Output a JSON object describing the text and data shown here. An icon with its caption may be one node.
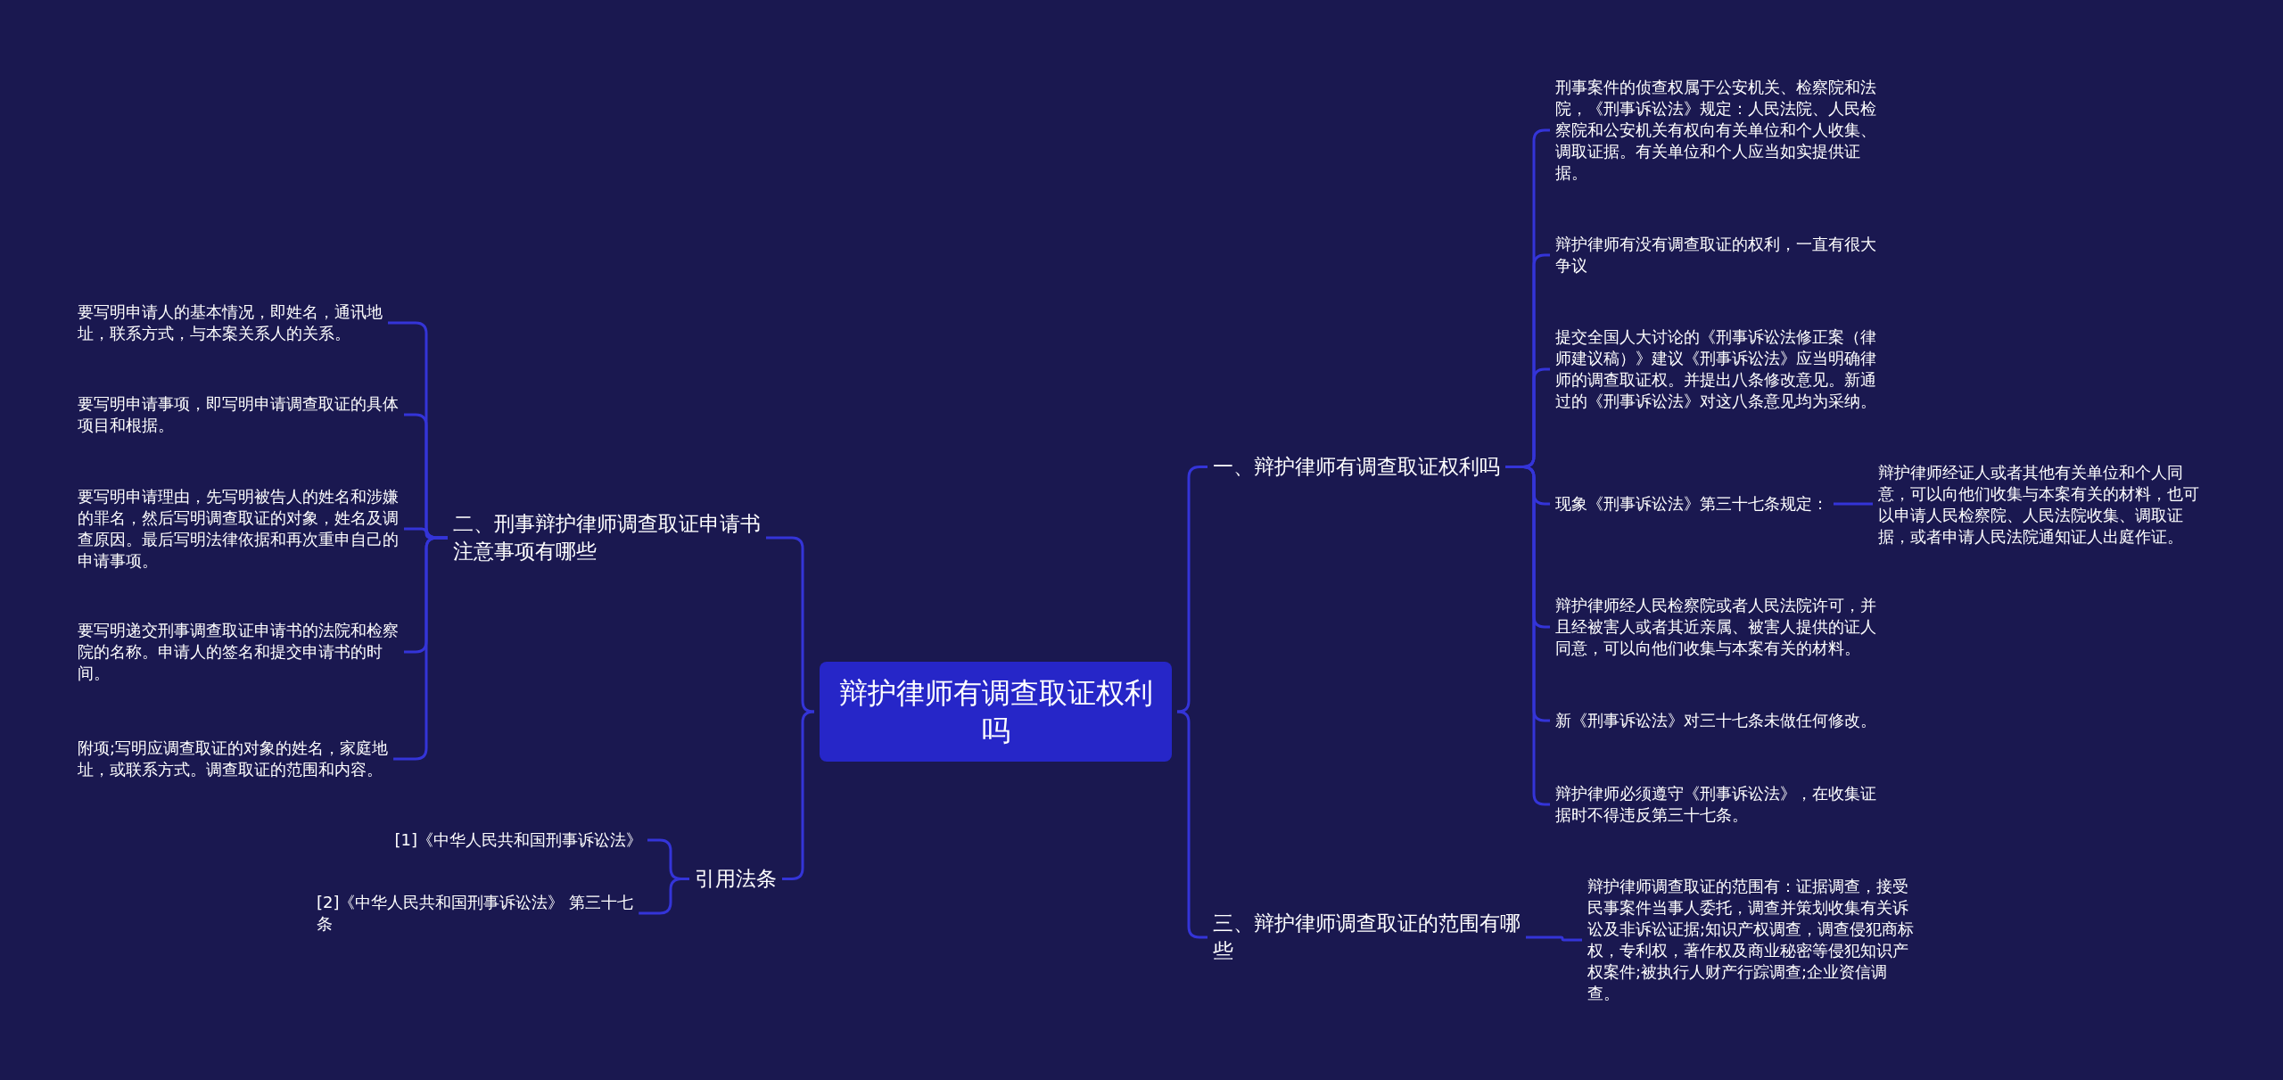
{
  "diagram": {
    "nodes": [
      {
        "text": [
          "辩护律师有调查取证权利吗"
        ]
      },
      {
        "text": [
          "一、辩护律师有调查取证权利吗"
        ]
      },
      {
        "text": [
          "刑事案件的侦查权属于公安机关、检察院和法院，《刑事诉讼法》规定：人民法院、人民检察院和公安机关有权向有关单位和个人收集、调取证据。有关单位和个人应当如实提供证据。"
        ]
      },
      {
        "text": [
          "辩护律师有没有调查取证的权利，一直有很大争议"
        ]
      },
      {
        "text": [
          "提交全国人大讨论的《刑事诉讼法修正案（律师建议稿）》建议《刑事诉讼法》应当明确律师的调查取证权。并提出八条修改意见。新通过的《刑事诉讼法》对这八条意见均为采纳。"
        ]
      },
      {
        "text": [
          "现象《刑事诉讼法》第三十七条规定："
        ]
      },
      {
        "text": [
          "辩护律师经证人或者其他有关单位和个人同意，可以向他们收集与本案有关的材料，也可以申请人民检察院、人民法院收集、调取证据，或者申请人民法院通知证人出庭作证。"
        ]
      },
      {
        "text": [
          "辩护律师经人民检察院或者人民法院许可，并且经被害人或者其近亲属、被害人提供的证人同意，可以向他们收集与本案有关的材料。"
        ]
      },
      {
        "text": [
          "新《刑事诉讼法》对三十七条未做任何修改。"
        ]
      },
      {
        "text": [
          "辩护律师必须遵守《刑事诉讼法》，在收集证据时不得违反第三十七条。"
        ]
      },
      {
        "text": [
          "三、辩护律师调查取证的范围有哪些"
        ]
      },
      {
        "text": [
          "辩护律师调查取证的范围有：证据调查，接受民事案件当事人委托，调查并策划收集有关诉讼及非诉讼证据;知识产权调查，调查侵犯商标权，专利权，著作权及商业秘密等侵犯知识产权案件;被执行人财产行踪调查;企业资信调查。"
        ]
      },
      {
        "text": [
          "二、刑事辩护律师调查取证申请书注意事项有哪些"
        ]
      },
      {
        "text": [
          "要写明申请人的基本情况，即姓名，通讯地址，联系方式，与本案关系人的关系。"
        ]
      },
      {
        "text": [
          "要写明申请事项，即写明申请调查取证的具体项目和根据。"
        ]
      },
      {
        "text": [
          "要写明申请理由，先写明被告人的姓名和涉嫌的罪名，然后写明调查取证的对象，姓名及调查原因。最后写明法律依据和再次重申自己的申请事项。"
        ]
      },
      {
        "text": [
          "要写明递交刑事调查取证申请书的法院和检察院的名称。申请人的签名和提交申请书的时间。"
        ]
      },
      {
        "text": [
          "附项;写明应调查取证的对象的姓名，家庭地址，或联系方式。调查取证的范围和内容。"
        ]
      },
      {
        "text": [
          "引用法条"
        ]
      },
      {
        "text": [
          "[1]《中华人民共和国刑事诉讼法》"
        ]
      },
      {
        "text": [
          "[2]《中华人民共和国刑事诉讼法》 第三十七条"
        ]
      }
    ],
    "edges": [
      {
        "from": 0,
        "to": 1,
        "arrow": "none"
      },
      {
        "from": 0,
        "to": 10,
        "arrow": "none"
      },
      {
        "from": 0,
        "to": 12,
        "arrow": "none"
      },
      {
        "from": 0,
        "to": 18,
        "arrow": "none"
      },
      {
        "from": 1,
        "to": 2,
        "arrow": "none"
      },
      {
        "from": 1,
        "to": 3,
        "arrow": "none"
      },
      {
        "from": 1,
        "to": 4,
        "arrow": "none"
      },
      {
        "from": 1,
        "to": 5,
        "arrow": "none"
      },
      {
        "from": 5,
        "to": 6,
        "arrow": "none"
      },
      {
        "from": 1,
        "to": 7,
        "arrow": "none"
      },
      {
        "from": 1,
        "to": 8,
        "arrow": "none"
      },
      {
        "from": 1,
        "to": 9,
        "arrow": "none"
      },
      {
        "from": 10,
        "to": 11,
        "arrow": "none"
      },
      {
        "from": 12,
        "to": 13,
        "arrow": "none"
      },
      {
        "from": 12,
        "to": 14,
        "arrow": "none"
      },
      {
        "from": 12,
        "to": 15,
        "arrow": "none"
      },
      {
        "from": 12,
        "to": 16,
        "arrow": "none"
      },
      {
        "from": 12,
        "to": 17,
        "arrow": "none"
      },
      {
        "from": 18,
        "to": 19,
        "arrow": "none"
      },
      {
        "from": 18,
        "to": 20,
        "arrow": "none"
      }
    ]
  }
}
